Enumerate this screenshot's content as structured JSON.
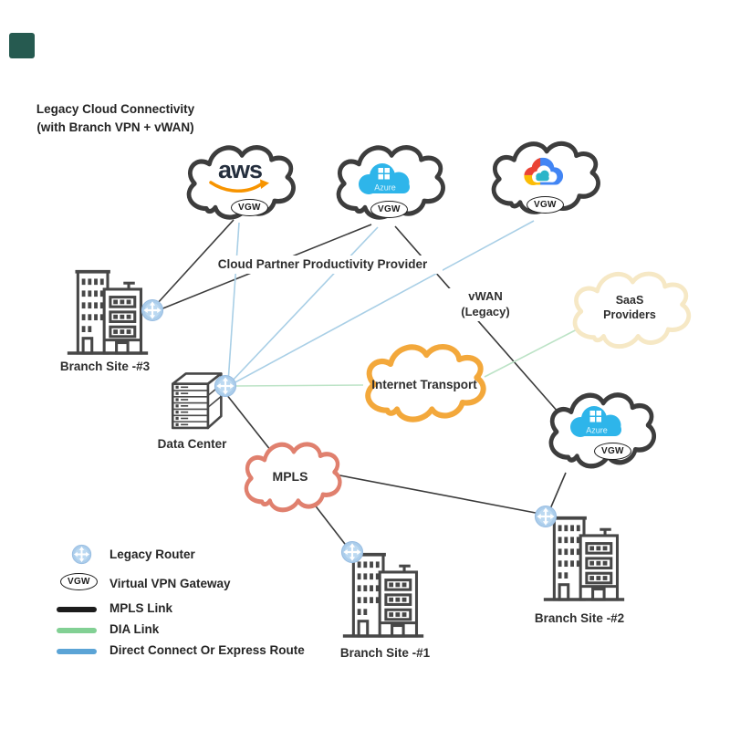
{
  "title": {
    "line1": "Legacy Cloud  Connectivity",
    "line2": "(with Branch VPN + vWAN)"
  },
  "clouds": {
    "aws": {
      "logo_text": "aws",
      "vgw_label": "VGW"
    },
    "azure_top": {
      "logo_text": "Azure",
      "vgw_label": "VGW"
    },
    "google": {
      "vgw_label": "VGW"
    },
    "saas": {
      "line1": "SaaS",
      "line2": "Providers"
    },
    "internet_transport": {
      "label": "Internet Transport"
    },
    "mpls": {
      "label": "MPLS"
    },
    "azure_vwan": {
      "logo_text": "Azure",
      "vgw_label": "VGW"
    }
  },
  "annotations": {
    "cloud_partner": "Cloud Partner Productivity Provider",
    "vwan_line1": "vWAN",
    "vwan_line2": "(Legacy)"
  },
  "sites": {
    "data_center": {
      "label": "Data Center"
    },
    "branch1": {
      "label": "Branch Site -#1"
    },
    "branch2": {
      "label": "Branch Site -#2"
    },
    "branch3": {
      "label": "Branch Site -#3"
    }
  },
  "legend": {
    "legacy_router": "Legacy Router",
    "virtual_vpn_gateway": "Virtual VPN Gateway",
    "vgw_badge": "VGW",
    "mpls_link": "MPLS Link",
    "dia_link": "DIA Link",
    "direct_connect": "Direct Connect Or Express Route"
  },
  "colors": {
    "mpls_link": "#1c1c1c",
    "dia_link": "#82d094",
    "direct_connect_link": "#5ba4d6",
    "diagram_line_black": "#3b3b3b",
    "diagram_line_blue": "#a9cfe6",
    "diagram_line_green": "#bce3c6",
    "cloud_outline_gray": "#3d3d3d",
    "cloud_outline_orange": "#f3a83b",
    "cloud_outline_salmon": "#e0806e",
    "cloud_outline_cream": "#f6e8c5",
    "azure_blue": "#2eb5ea",
    "aws_dark": "#252f3e",
    "aws_orange": "#f79400",
    "router_fill": "#abcdeb",
    "corner_square": "#265a50"
  }
}
